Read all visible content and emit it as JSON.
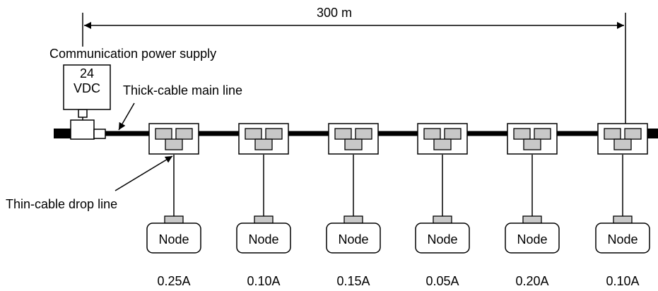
{
  "labels": {
    "distance": "300 m",
    "power_supply": "Communication power supply",
    "supply_voltage_line1": "24",
    "supply_voltage_line2": "VDC",
    "main_line": "Thick-cable main line",
    "drop_line": "Thin-cable drop line"
  },
  "nodes": [
    {
      "label": "Node",
      "current": "0.25A"
    },
    {
      "label": "Node",
      "current": "0.10A"
    },
    {
      "label": "Node",
      "current": "0.15A"
    },
    {
      "label": "Node",
      "current": "0.05A"
    },
    {
      "label": "Node",
      "current": "0.20A"
    },
    {
      "label": "Node",
      "current": "0.10A"
    }
  ]
}
